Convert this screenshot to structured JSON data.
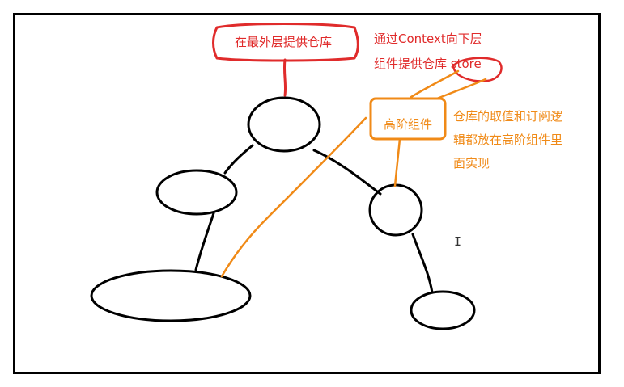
{
  "annotations": {
    "top_store_box": "在最外层提供仓库",
    "context_note": {
      "line1": "通过Context向下层",
      "line2": "组件提供仓库 store"
    },
    "hoc_box": "高阶组件",
    "store_logic_note": {
      "line1": "仓库的取值和订阅逻",
      "line2": "辑都放在高阶组件里",
      "line3": "面实现"
    }
  },
  "cursor": {
    "glyph": "I"
  },
  "colors": {
    "frame": "#000000",
    "tree": "#000000",
    "red_annotation": "#e02b2b",
    "orange_annotation": "#f08a17"
  }
}
